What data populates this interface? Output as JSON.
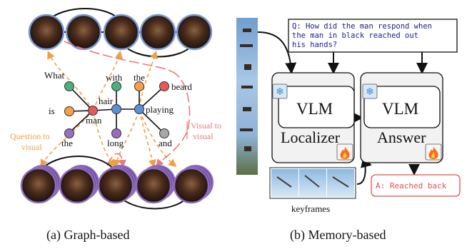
{
  "panel_a": {
    "caption": "(a) Graph-based",
    "words": {
      "what": "What",
      "with": "with",
      "the_top": "the",
      "beard": "beard",
      "is": "is",
      "hair": "hair",
      "playing": "playing",
      "man": "man",
      "the_bottom": "the",
      "long": "long",
      "and": "and"
    },
    "annotations": {
      "question_to_visual": [
        "Question to",
        "visual"
      ],
      "visual_to_visual": [
        "Visual to",
        "visual"
      ]
    },
    "node_colors": {
      "green": "#4caf7d",
      "orange": "#f5a04a",
      "red": "#e8585a",
      "blue": "#5b8fd6",
      "purple": "#9b6cc0",
      "gray": "#a8a8a8"
    },
    "edge_colors": {
      "question_to_visual": "#f0a040",
      "visual_to_visual": "#e87a7a",
      "frame_border_top": "#7a9ad8",
      "frame_border_bottom": "#8d6cc0"
    }
  },
  "panel_b": {
    "caption": "(b) Memory-based",
    "question": [
      "Q: How did the man respond when",
      "the man in black reached out",
      "his hands?"
    ],
    "localizer": {
      "vlm": "VLM",
      "label": "Localizer"
    },
    "answer_module": {
      "vlm": "VLM",
      "label": "Answer"
    },
    "answer_output": "A: Reached back",
    "keyframes_label": "keyframes",
    "icons": [
      "snowflake-icon",
      "fire-icon"
    ],
    "colors": {
      "question_text": "#1c1c8c",
      "answer_text": "#e05050",
      "answer_border": "#e05050"
    }
  }
}
